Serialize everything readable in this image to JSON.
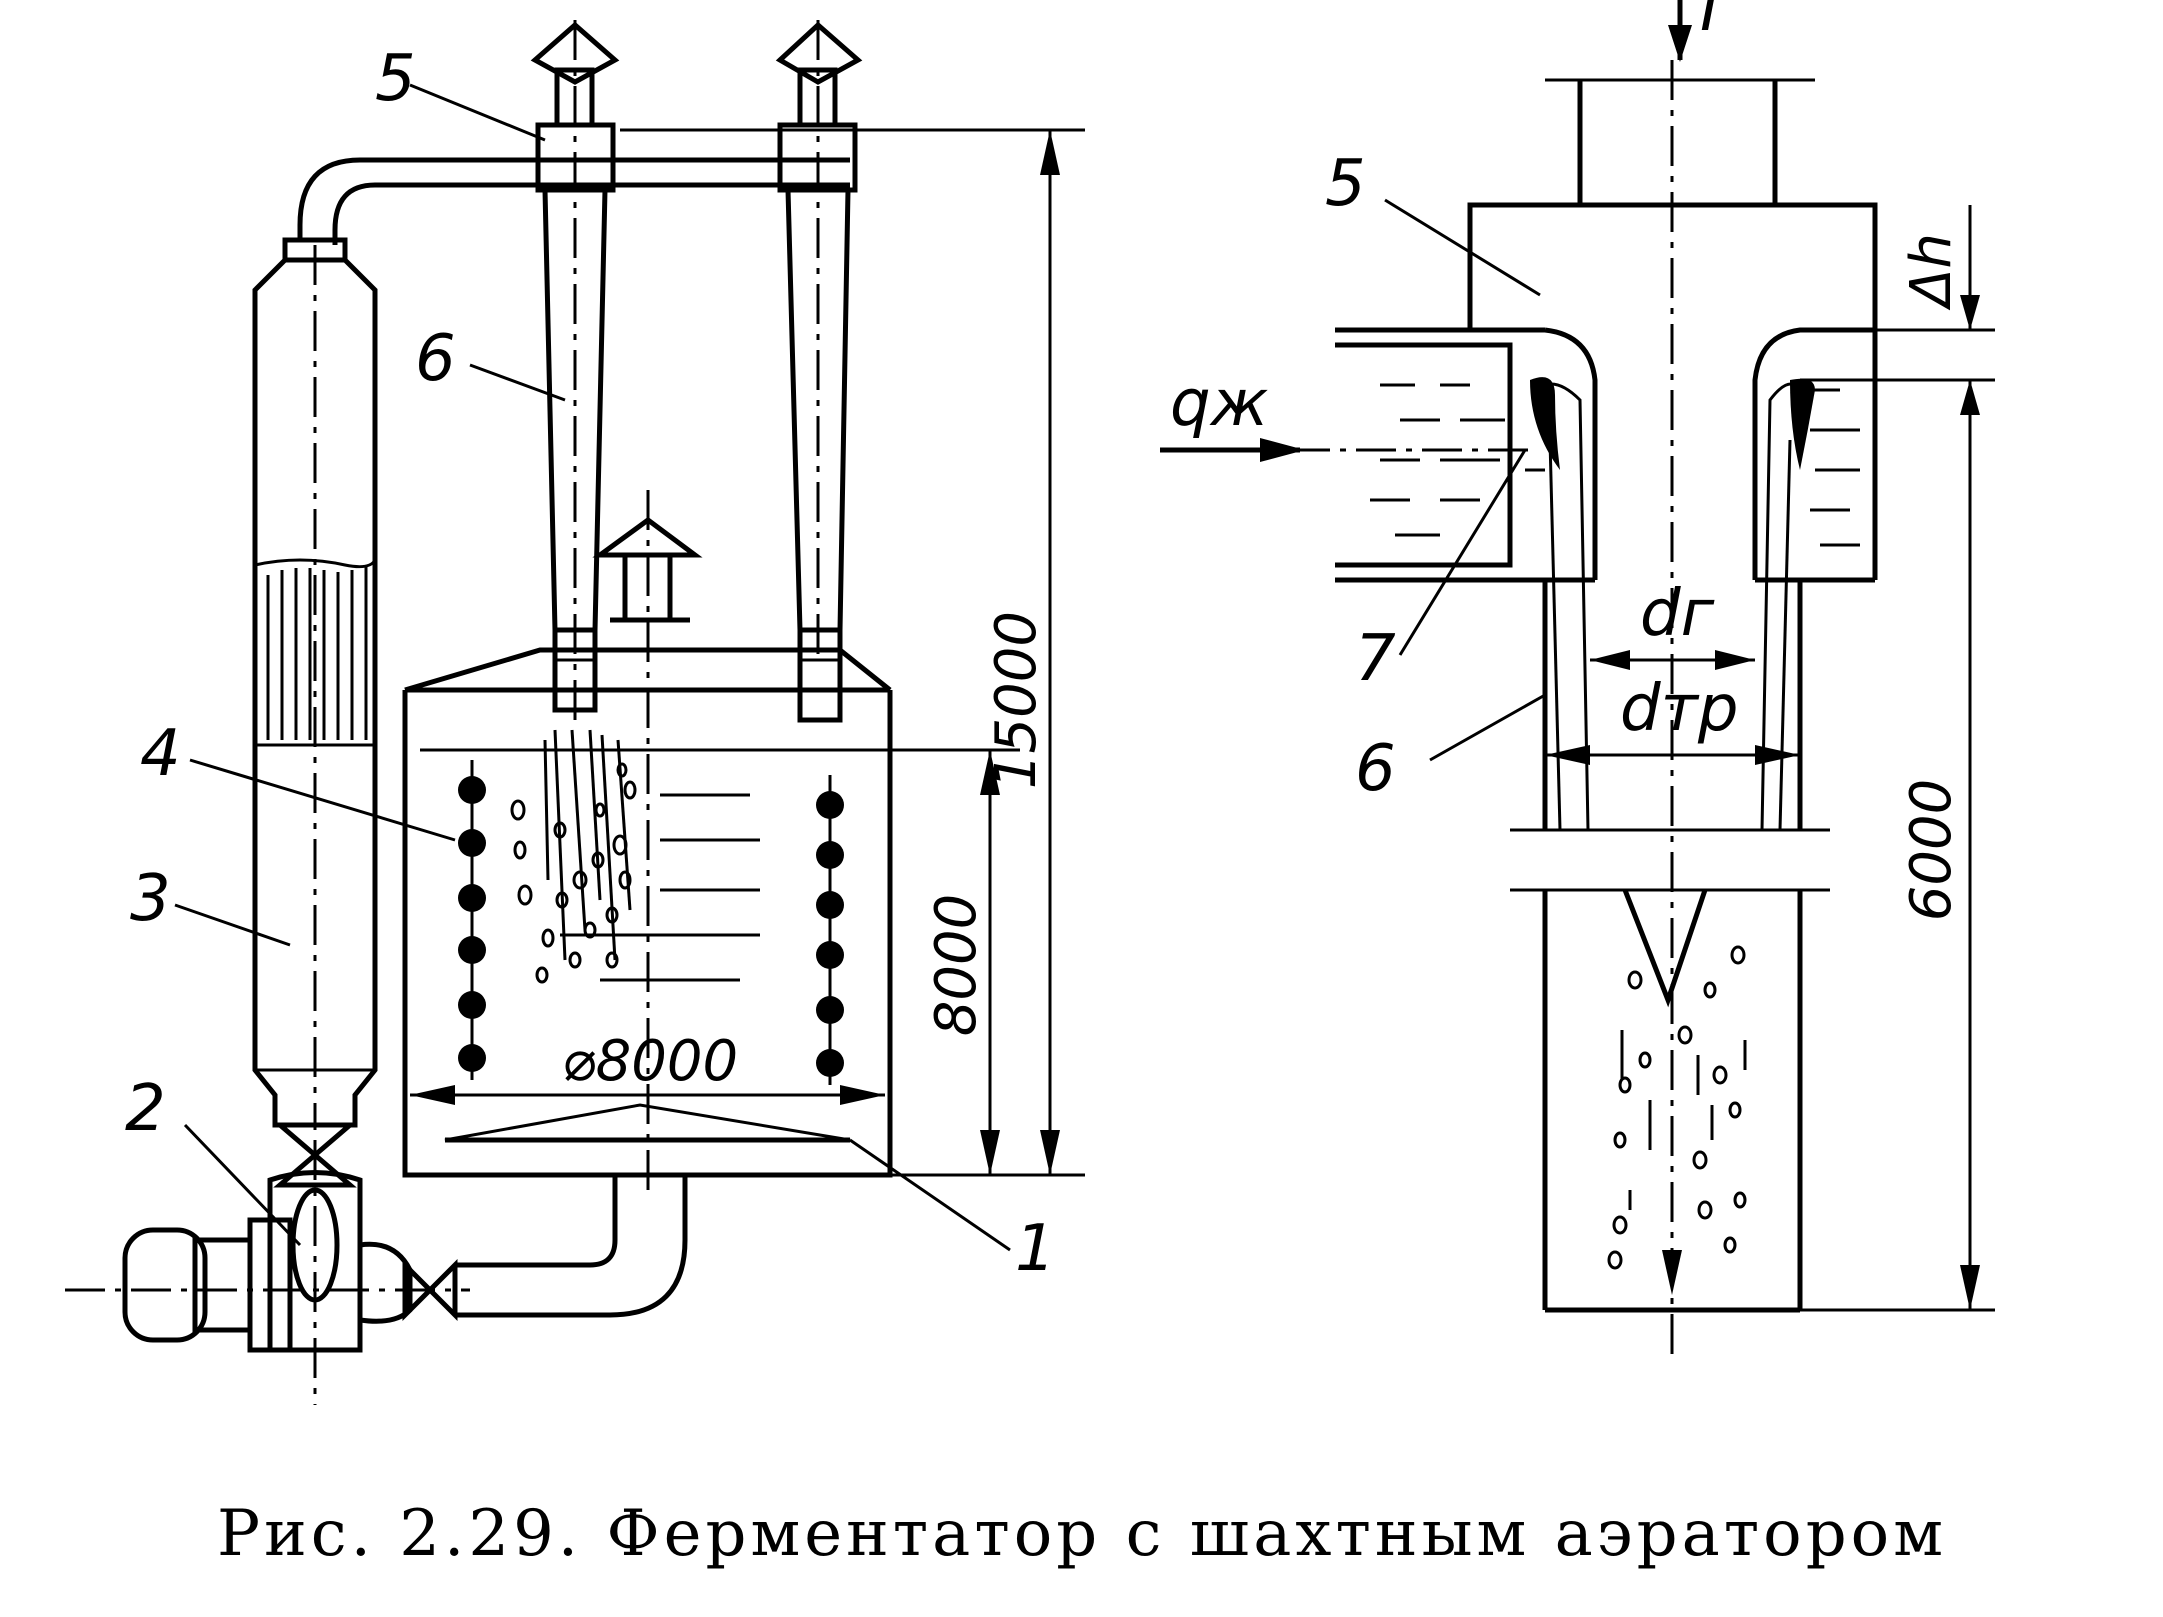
{
  "caption": "Рис. 2.29. Ферментатор с шахтным аэратором",
  "left_view": {
    "labels": {
      "l1": "1",
      "l2": "2",
      "l3": "3",
      "l4": "4",
      "l5": "5",
      "l6": "6"
    },
    "dims": {
      "total_height": "15000",
      "liquid_height": "8000",
      "diameter": "⌀8000"
    }
  },
  "right_view": {
    "labels": {
      "l5": "5",
      "l6": "6",
      "l7": "7",
      "flow_top": "Г",
      "flow_in": "qж",
      "delta_h": "Δh",
      "d_g": "dг",
      "d_tr": "dтр",
      "height": "6000"
    }
  }
}
